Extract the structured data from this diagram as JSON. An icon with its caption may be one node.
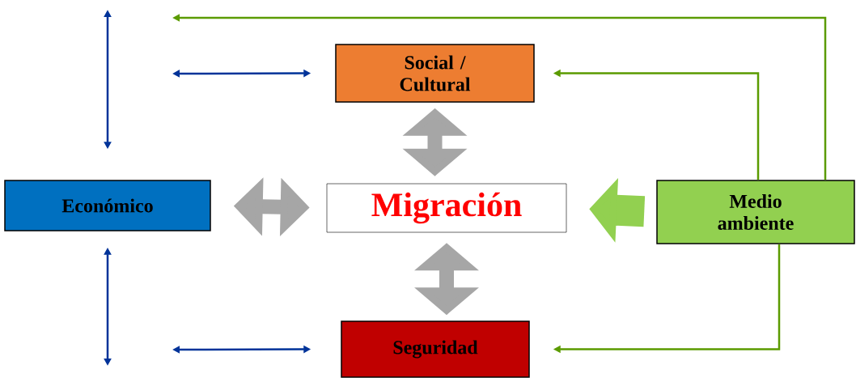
{
  "diagram": {
    "nodes": [
      {
        "text": [
          "Social / Cultural"
        ]
      },
      {
        "text": [
          "Económico"
        ]
      },
      {
        "text": [
          "Migración"
        ]
      },
      {
        "text": [
          "Medio ambiente"
        ]
      },
      {
        "text": [
          "Seguridad"
        ]
      }
    ],
    "edges": [
      {
        "from": 1,
        "to": null,
        "arrow": "both"
      },
      {
        "from": null,
        "to": 0,
        "arrow": "both"
      },
      {
        "from": 1,
        "to": null,
        "arrow": "both"
      },
      {
        "from": null,
        "to": 4,
        "arrow": "both"
      },
      {
        "from": 1,
        "to": 2,
        "arrow": "both",
        "style": "thick",
        "color": "#a6a6a6"
      },
      {
        "from": 0,
        "to": 2,
        "arrow": "both",
        "style": "thick",
        "color": "#a6a6a6"
      },
      {
        "from": 2,
        "to": 4,
        "arrow": "both",
        "style": "thick",
        "color": "#a6a6a6"
      },
      {
        "from": 3,
        "to": 2,
        "arrow": "to",
        "style": "thick",
        "color": "#92d050"
      },
      {
        "from": 3,
        "to": 0,
        "arrow": "to",
        "color": "#5b9b00"
      },
      {
        "from": 3,
        "to": null,
        "arrow": "to",
        "color": "#5b9b00"
      },
      {
        "from": 3,
        "to": 4,
        "arrow": "to",
        "color": "#5b9b00"
      }
    ]
  }
}
